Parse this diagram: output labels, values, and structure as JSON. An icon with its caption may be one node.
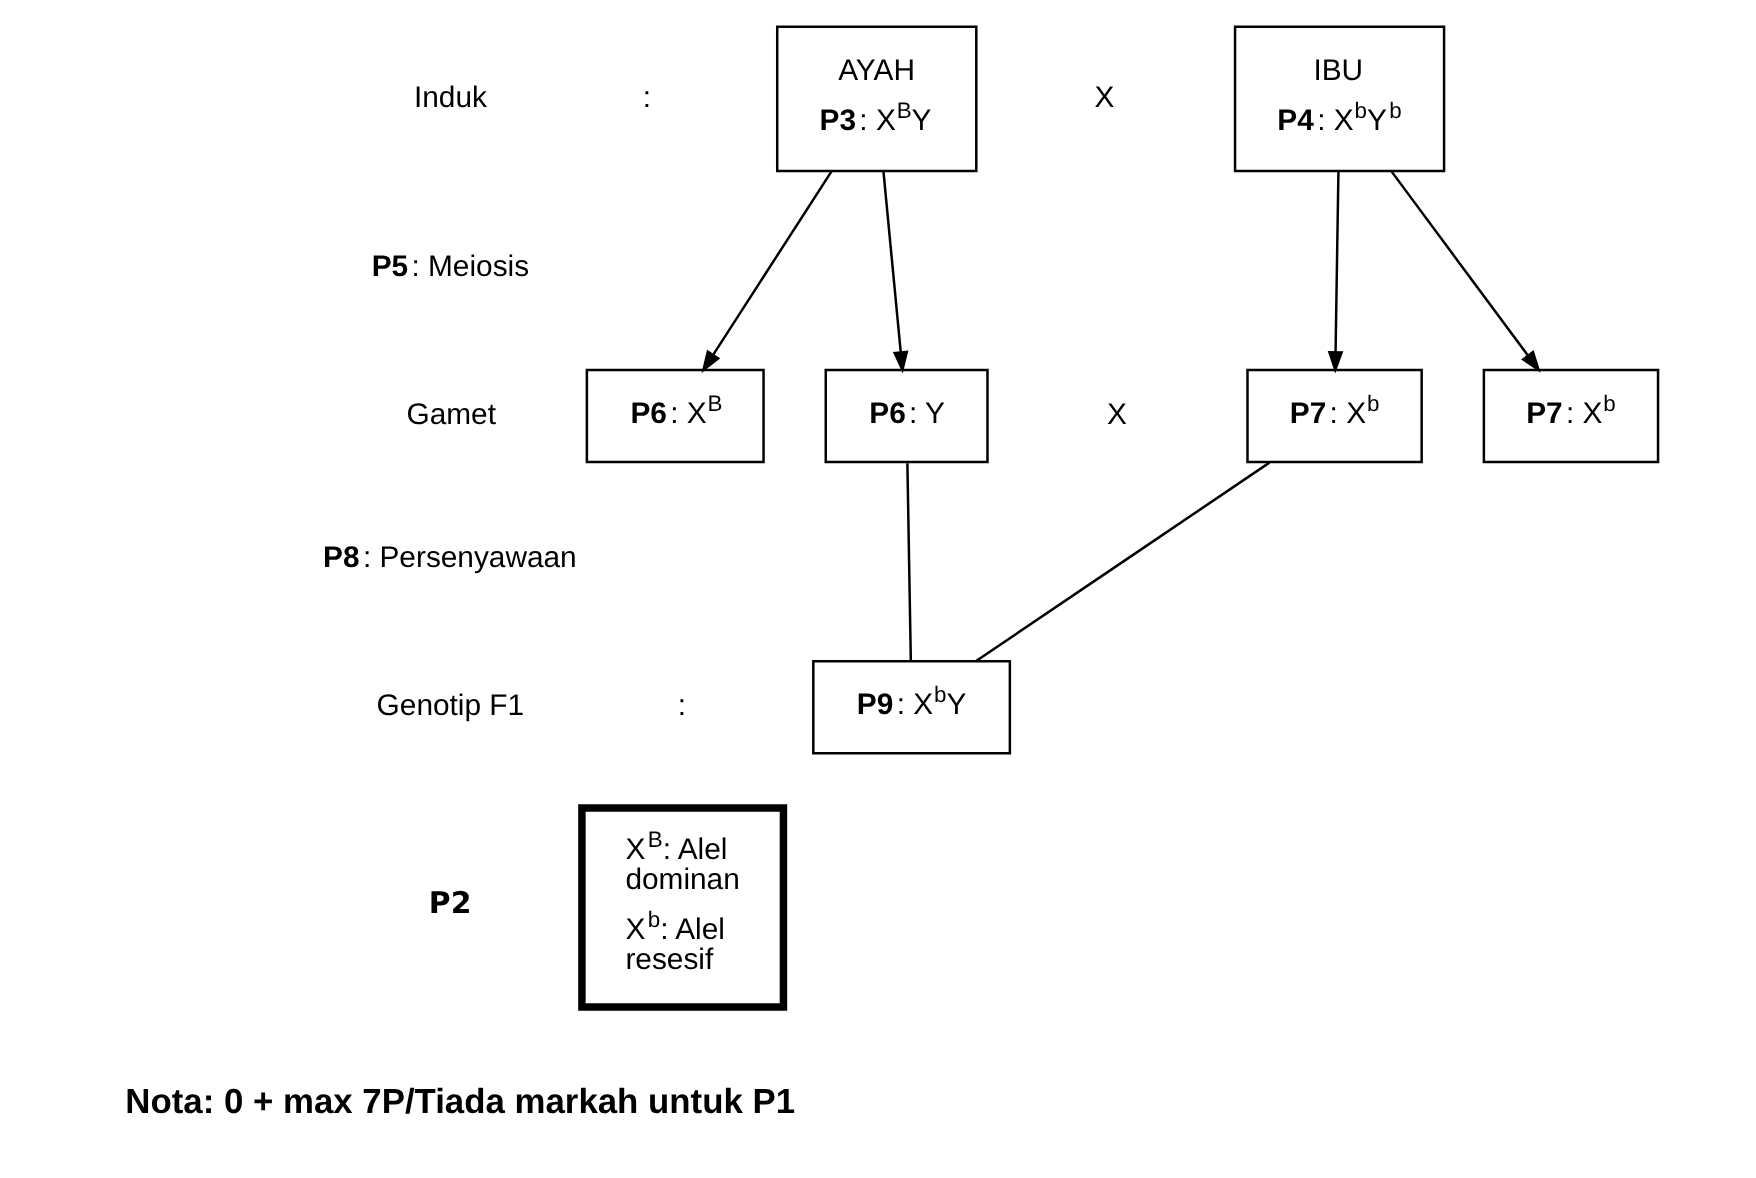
{
  "diagram": {
    "nodes": [
      {
        "text": [
          "AYAH",
          "**P3**: X$^{B}$Y"
        ]
      },
      {
        "text": [
          "IBU",
          "**P4**: X$^{b}$Y$^{b}$"
        ]
      },
      {
        "text": [
          "**P6**: X$^{B}$"
        ]
      },
      {
        "text": [
          "**P6**: Y"
        ]
      },
      {
        "text": [
          "**P7**: X$^{b}$"
        ]
      },
      {
        "text": [
          "**P7**: X$^{b}$"
        ]
      },
      {
        "text": [
          "**P9**: X$^{b}$Y"
        ]
      },
      {
        "text": [
          "X$^{B}$: Alel dominan",
          "X$^{b}$: Alel resesif"
        ],
        "beside": [
          "P2"
        ]
      }
    ],
    "edges": [
      {
        "from": 0,
        "to": 2,
        "arrow": "to"
      },
      {
        "from": 0,
        "to": 3,
        "arrow": "to"
      },
      {
        "from": 1,
        "to": 4,
        "arrow": "to"
      },
      {
        "from": 1,
        "to": 5,
        "arrow": "to"
      },
      {
        "from": 3,
        "to": 6,
        "arrow": "none"
      },
      {
        "from": 4,
        "to": 6,
        "arrow": "none"
      }
    ],
    "labels": [
      "Induk",
      ":",
      "X",
      "**P5**: Meiosis",
      "Gamet",
      "X",
      "**P8**: Persenyawaan",
      "Genotip F1",
      ":",
      "Nota: 0 + max 7P/Tiada markah untuk P1"
    ]
  }
}
